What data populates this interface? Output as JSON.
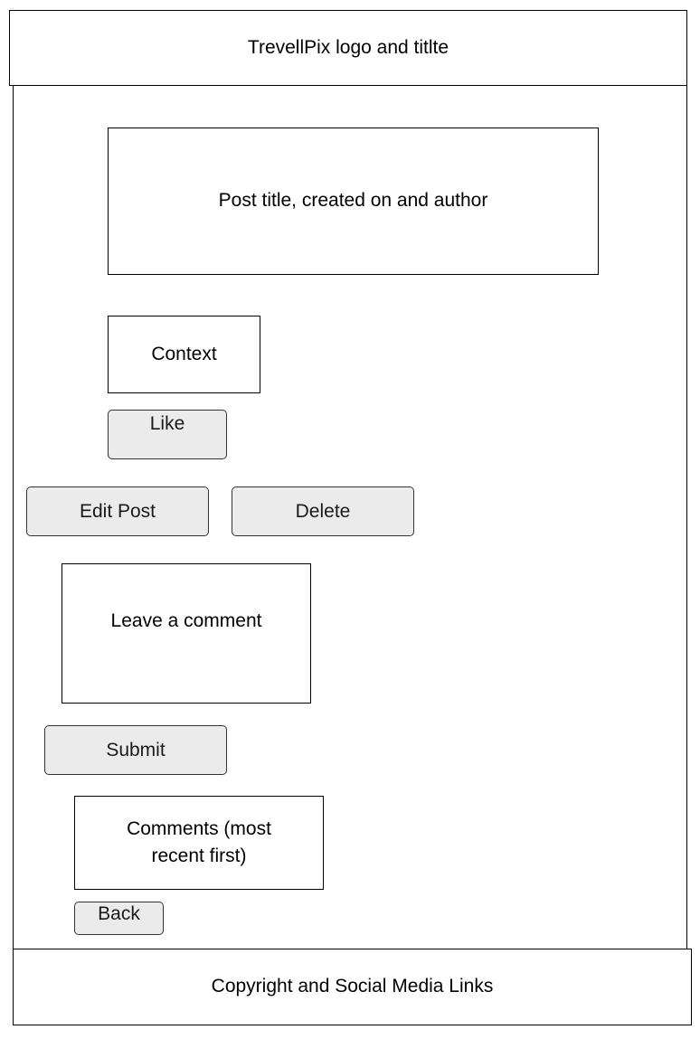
{
  "header": {
    "text": "TrevellPix logo and titlte"
  },
  "post": {
    "info_text": "Post title, created on and author",
    "context_text": "Context",
    "like_label": "Like",
    "edit_label": "Edit Post",
    "delete_label": "Delete"
  },
  "comment_form": {
    "text": "Leave a comment",
    "submit_label": "Submit"
  },
  "comments": {
    "text": "Comments (most recent first)"
  },
  "back_label": "Back",
  "footer": {
    "text": "Copyright and Social Media Links"
  }
}
